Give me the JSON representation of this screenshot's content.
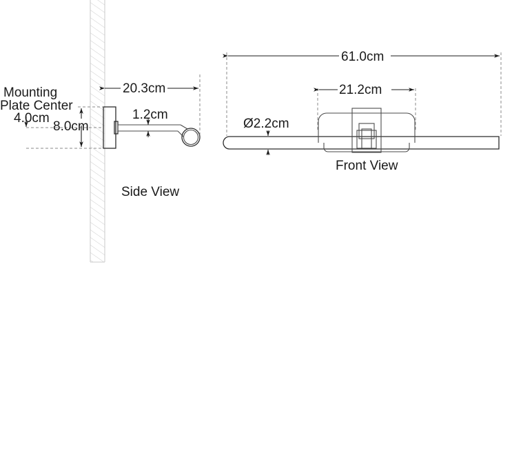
{
  "drawing": {
    "title": "Wall-mounted picture light dimensioned drawing",
    "units": "cm",
    "views": [
      {
        "id": "side",
        "label": "Side View"
      },
      {
        "id": "front",
        "label": "Front View"
      }
    ],
    "notes": {
      "mounting_plate_line1": "Mounting",
      "mounting_plate_line2": "Plate Center"
    },
    "dimensions": {
      "side": {
        "projection": "20.3cm",
        "arm_thickness": "1.2cm",
        "plate_center_offset": "4.0cm",
        "plate_height": "8.0cm"
      },
      "front": {
        "overall_width": "61.0cm",
        "shade_width": "21.2cm",
        "bar_diameter": "Ø2.2cm"
      }
    },
    "colors": {
      "line": "#4a4a4a",
      "dimension": "#1a1a1a",
      "extension": "#8a8a8a",
      "wall": "#c8c8c8",
      "background": "#ffffff"
    }
  }
}
